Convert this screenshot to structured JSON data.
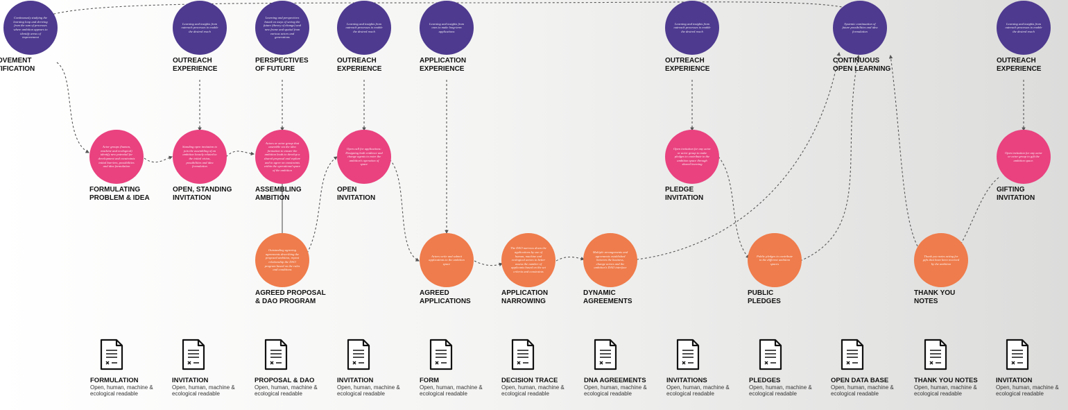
{
  "nodes": [
    {
      "id": "improvement",
      "kind": "purple",
      "title": "IMPROVEMENT\nIDENTIFICATION",
      "desc": "Continuously studying the learning loop and deriving from the sum of processes where ambition appears to identify areas of improvement"
    },
    {
      "id": "outreach1",
      "kind": "purple",
      "title": "OUTREACH\nEXPERIENCE",
      "desc": "Learning and insights from outreach processes to enable the desired reach"
    },
    {
      "id": "perspectives",
      "kind": "purple",
      "title": "PERSPECTIVES\nOF FUTURE",
      "desc": "Learning and perspectives based on ways of seeing the future (theory of change) and new frame and spatial from various actors and generations"
    },
    {
      "id": "outreach2",
      "kind": "purple",
      "title": "OUTREACH\nEXPERIENCE",
      "desc": "Learning and insights from outreach processes to enable the desired reach"
    },
    {
      "id": "application_exp",
      "kind": "purple",
      "title": "APPLICATION\nEXPERIENCE",
      "desc": "Learning and insights from ones to make long-term applications"
    },
    {
      "id": "outreach3",
      "kind": "purple",
      "title": "OUTREACH\nEXPERIENCE",
      "desc": "Learning and insights from outreach processes to enable the desired reach"
    },
    {
      "id": "continuous",
      "kind": "purple",
      "title": "CONTINUOUS\nOPEN LEARNING",
      "desc": "Systemic continuation of future possibilities and idea formulation"
    },
    {
      "id": "outreach4",
      "kind": "purple",
      "title": "OUTREACH\nEXPERIENCE",
      "desc": "Learning and insights from outreach processes to enable the desired reach"
    },
    {
      "id": "formulating",
      "kind": "pink",
      "title": "FORMULATING\nPROBLEM & IDEA",
      "desc": "Actor groups (human, machine and ecological) identify new potential for development and constraints initial barriers, possibilities and idea formulation"
    },
    {
      "id": "open_standing",
      "kind": "pink",
      "title": "OPEN, STANDING\nINVITATION",
      "desc": "Standing open invitation to join the assembling of an ambition loosely related to the initial vision, possibilities and idea formulation"
    },
    {
      "id": "assembling",
      "kind": "pink",
      "title": "ASSEMBLING\nAMBITION",
      "desc": "Actors or actor group that assemble via the idea formation to ensure the ambition leads to develop a shared proposal and explore and to agree on constraints within the operational space of the ambition"
    },
    {
      "id": "open_invitation",
      "kind": "pink",
      "title": "OPEN\nINVITATION",
      "desc": "Open call for applications: Designing both evidence and change agents to enter the ambition's operation of space"
    },
    {
      "id": "pledge_invitation",
      "kind": "pink",
      "title": "PLEDGE\nINVITATION",
      "desc": "Open invitation for any actor or actor group to make pledges to contribute to the ambition space through shared learning"
    },
    {
      "id": "gifting_invitation",
      "kind": "pink",
      "title": "GIFTING\nINVITATION",
      "desc": "Open invitation for any actor or actor group to gift the ambition space."
    },
    {
      "id": "agreed_proposal",
      "kind": "orange",
      "title": "AGREED PROPOSAL\n& DAO PROGRAM",
      "desc": "Outstanding agreeing agreements describing the proposed ambition, repeat relationship the DAO program based on the rules and conditions"
    },
    {
      "id": "agreed_applications",
      "kind": "orange",
      "title": "AGREED\nAPPLICATIONS",
      "desc": "Actors write and submit applications to the ambition space"
    },
    {
      "id": "application_narrowing",
      "kind": "orange",
      "title": "APPLICATION\nNARROWING",
      "desc": "The DAO narrows down the applications by use of human, machine and ecological actors to better assess the number of applicants based on the set criteria and constraints"
    },
    {
      "id": "dynamic_agreements",
      "kind": "orange",
      "title": "DYNAMIC\nAGREEMENTS",
      "desc": "Multiple arrangements and agreements established between the business, change actors and the ambition's DAO interface"
    },
    {
      "id": "public_pledges",
      "kind": "orange",
      "title": "PUBLIC\nPLEDGES",
      "desc": "Public pledges to contribute to the different ambition spaces"
    },
    {
      "id": "thank_you",
      "kind": "orange",
      "title": "THANK YOU\nNOTES",
      "desc": "Thank you notes acting for gifts that have been received by the ambition"
    }
  ],
  "documents": [
    {
      "title": "FORMULATION",
      "desc": "Open, human, machine & ecological readable"
    },
    {
      "title": "INVITATION",
      "desc": "Open, human, machine & ecological readable"
    },
    {
      "title": "PROPOSAL & DAO",
      "desc": "Open, human, machine & ecological readable"
    },
    {
      "title": "INVITATION",
      "desc": "Open, human, machine & ecological readable"
    },
    {
      "title": "FORM",
      "desc": "Open, human, machine & ecological readable"
    },
    {
      "title": "DECISION TRACE",
      "desc": "Open, human, machine & ecological readable"
    },
    {
      "title": "DNA AGREEMENTS",
      "desc": "Open, human, machine & ecological readable"
    },
    {
      "title": "INVITATIONS",
      "desc": "Open, human, machine & ecological readable"
    },
    {
      "title": "PLEDGES",
      "desc": "Open, human, machine & ecological readable"
    },
    {
      "title": "OPEN DATA BASE",
      "desc": "Open, human, machine & ecological readable"
    },
    {
      "title": "THANK YOU NOTES",
      "desc": "Open, human, machine & ecological readable"
    },
    {
      "title": "INVITATION",
      "desc": "Open, human, machine & ecological readable"
    }
  ],
  "icon": "document-icon",
  "colors": {
    "purple": "#4e3a8f",
    "pink": "#e9427f",
    "orange": "#ef7c4c",
    "connector": "#555555"
  }
}
